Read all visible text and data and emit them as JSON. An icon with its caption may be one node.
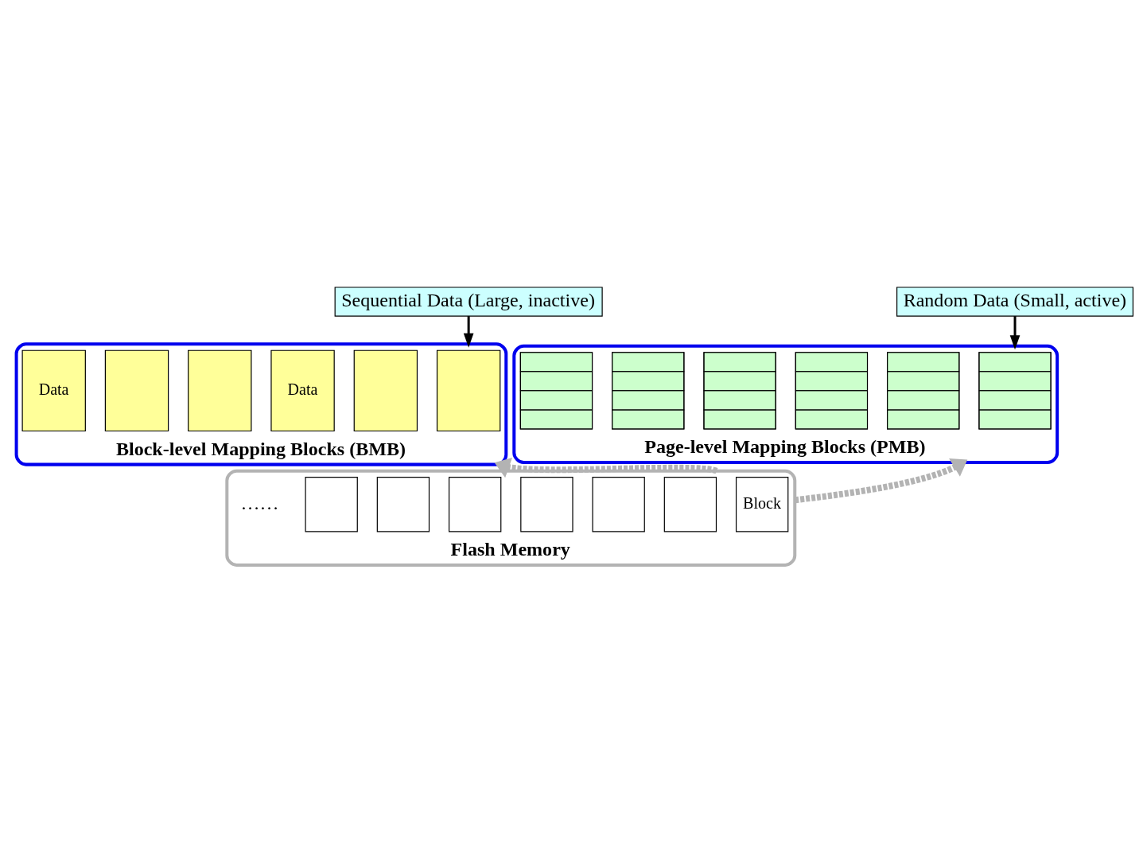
{
  "diagram": {
    "nodes": [
      {
        "text": [
          "Sequential Data (Large, inactive)"
        ]
      },
      {
        "text": [
          "Random Data (Small, active)"
        ]
      },
      {
        "text": [
          "Block-level Mapping Blocks (BMB)"
        ]
      },
      {
        "text": [],
        "shape": "box",
        "in": 2
      },
      {
        "text": [],
        "shape": "box",
        "in": 2
      },
      {
        "text": [
          "Data"
        ],
        "in": 2
      },
      {
        "text": [],
        "shape": "box",
        "in": 2
      },
      {
        "text": [],
        "shape": "box",
        "in": 2
      },
      {
        "text": [
          "Data"
        ],
        "in": 2
      },
      {
        "text": [
          "Page-level Mapping Blocks (PMB)"
        ]
      },
      {
        "text": [],
        "shape": "box",
        "in": 9
      },
      {
        "text": [],
        "shape": "box",
        "in": 9
      },
      {
        "text": [],
        "shape": "box",
        "in": 9
      },
      {
        "text": [],
        "shape": "box",
        "in": 9
      },
      {
        "text": [],
        "shape": "box",
        "in": 9
      },
      {
        "text": [],
        "shape": "box",
        "in": 9
      },
      {
        "text": [
          "Flash Memory"
        ]
      },
      {
        "text": [
          "Block"
        ],
        "in": 16
      },
      {
        "text": [],
        "shape": "box",
        "in": 16
      },
      {
        "text": [],
        "shape": "box",
        "in": 16
      },
      {
        "text": [],
        "shape": "box",
        "in": 16
      },
      {
        "text": [],
        "shape": "box",
        "in": 16
      },
      {
        "text": [],
        "shape": "box",
        "in": 16
      },
      {
        "text": [],
        "shape": "box",
        "in": 16
      }
    ],
    "edges": [
      {
        "from": 0,
        "to": 2,
        "arrow": "to"
      },
      {
        "from": 1,
        "to": 9,
        "arrow": "to"
      },
      {
        "from": 16,
        "to": 2,
        "arrow": "to",
        "style": "dashed",
        "color": "#b3b3b3"
      },
      {
        "from": 16,
        "to": 9,
        "arrow": "to",
        "style": "dashed",
        "color": "#b3b3b3"
      }
    ],
    "labels": [
      "……"
    ]
  }
}
